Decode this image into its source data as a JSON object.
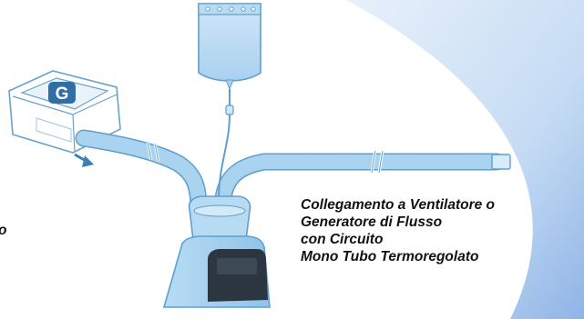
{
  "device": {
    "logo_letter": "G"
  },
  "caption": {
    "lines": [
      "Collegamento a Ventilatore o",
      "Generatore di Flusso",
      "con Circuito",
      "Mono Tubo Termoregolato"
    ]
  },
  "left_fragment": "o",
  "colors": {
    "tube": "#aad3f0",
    "tube_outline": "#5f9fcc",
    "background_accent": "#bdd7f2",
    "humidifier_screen": "#2b3640"
  }
}
